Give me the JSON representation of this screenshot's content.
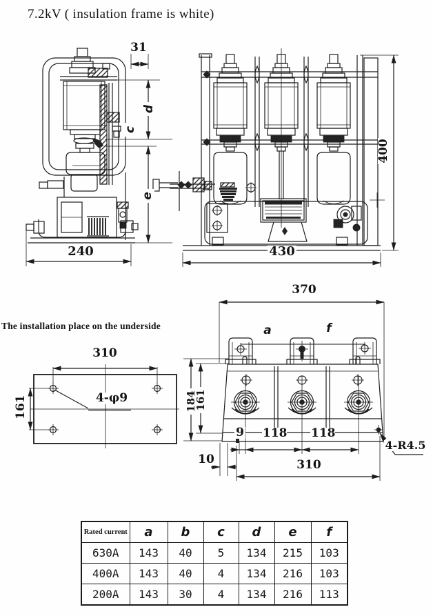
{
  "title": "7.2kV ( insulation frame is white)",
  "colors": {
    "ink": "#1c1c1c",
    "paper": "#fefefe"
  },
  "side_view": {
    "dim_top_width": "31",
    "dim_d": "d",
    "dim_c": "c",
    "dim_e": "e",
    "dim_base_width": "240"
  },
  "front_view": {
    "dim_height": "400",
    "dim_base_width": "430"
  },
  "installation": {
    "note": "The installation place on the underside",
    "plate": {
      "dim_hole_spacing_h": "310",
      "dim_hole_spacing_v": "161",
      "dim_holes": "4-φ9"
    }
  },
  "bottom_view": {
    "dim_overall_width": "370",
    "dim_a": "a",
    "dim_f": "f",
    "dim_outer_height": "184",
    "dim_inner_height": "161",
    "dim_notch_offset": "9",
    "dim_pole_pitch_1": "118",
    "dim_pole_pitch_2": "118",
    "dim_foot_offset": "10",
    "dim_slot_spacing": "310",
    "dim_corner_radius": "4-R4.5"
  },
  "spec_table": {
    "header": {
      "label": "Rated current",
      "cols": [
        "a",
        "b",
        "c",
        "d",
        "e",
        "f"
      ]
    },
    "rows": [
      {
        "label": "630A",
        "values": [
          "143",
          "40",
          "5",
          "134",
          "215",
          "103"
        ]
      },
      {
        "label": "400A",
        "values": [
          "143",
          "40",
          "4",
          "134",
          "216",
          "103"
        ]
      },
      {
        "label": "200A",
        "values": [
          "143",
          "30",
          "4",
          "134",
          "216",
          "113"
        ]
      }
    ]
  }
}
